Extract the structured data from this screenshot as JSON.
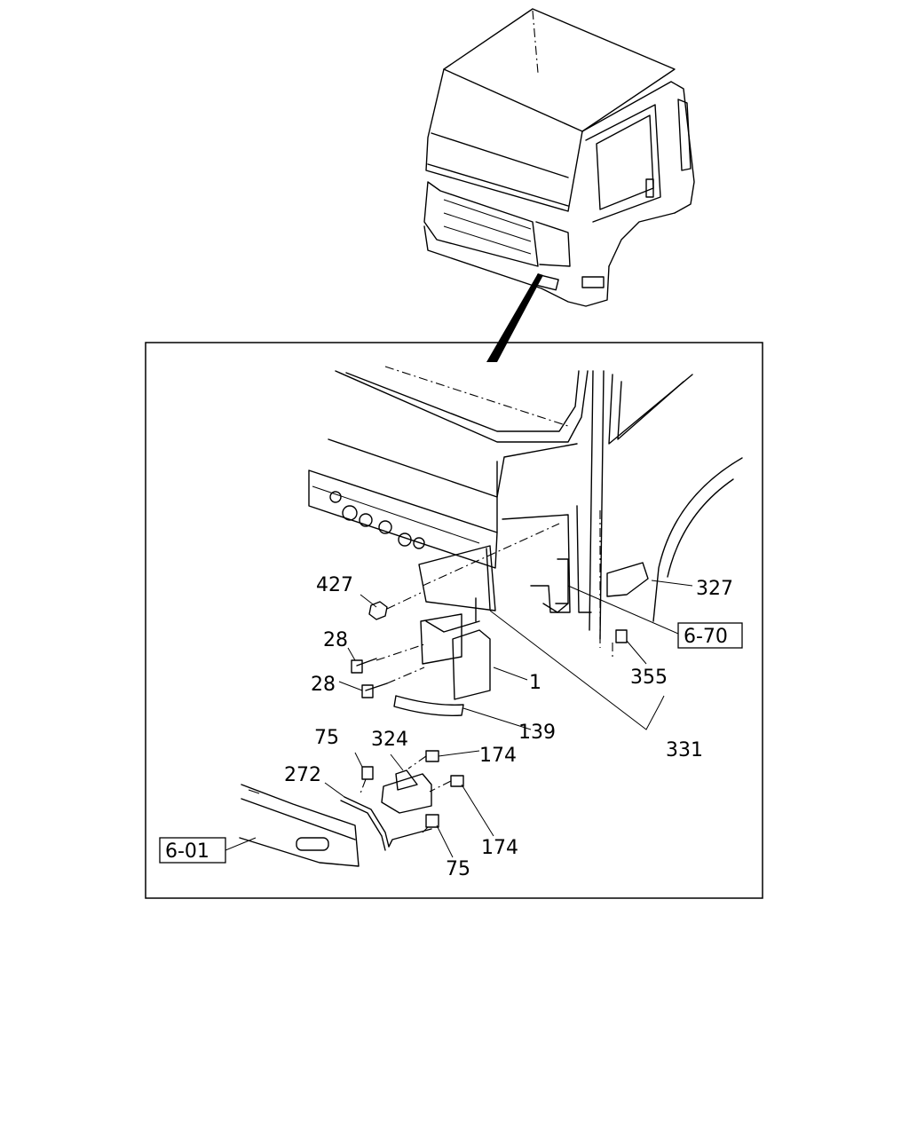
{
  "callouts": {
    "c427": "427",
    "c28a": "28",
    "c28b": "28",
    "c1": "1",
    "c139": "139",
    "c327": "327",
    "c6_70": "6-70",
    "c355": "355",
    "c331": "331",
    "c75a": "75",
    "c324": "324",
    "c174a": "174",
    "c272": "272",
    "c174b": "174",
    "c6_01": "6-01",
    "c75b": "75"
  }
}
